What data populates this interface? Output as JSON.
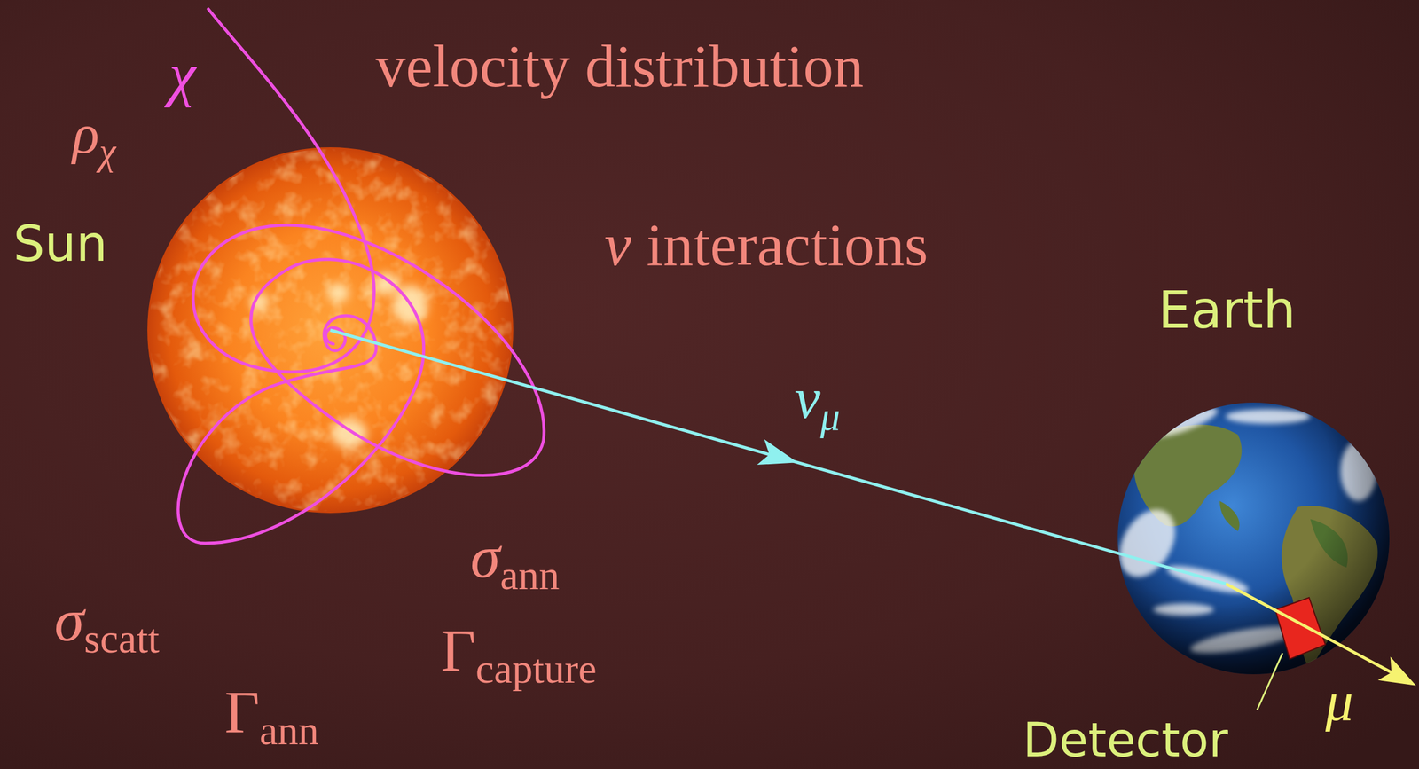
{
  "diagram": {
    "nodes": [
      {
        "text": [
          "Sun"
        ]
      },
      {
        "text": [
          "Earth"
        ]
      },
      {
        "text": [
          "Detector"
        ],
        "in": 1
      }
    ],
    "edges": [
      {
        "from": 0,
        "to": 1,
        "arrow": "to",
        "label": "νμ"
      }
    ],
    "labels": [
      "velocity distribution",
      "χ",
      "ρχ",
      "ν interactions",
      "σann",
      "σscatt",
      "Γcapture",
      "Γann",
      "μ"
    ]
  }
}
